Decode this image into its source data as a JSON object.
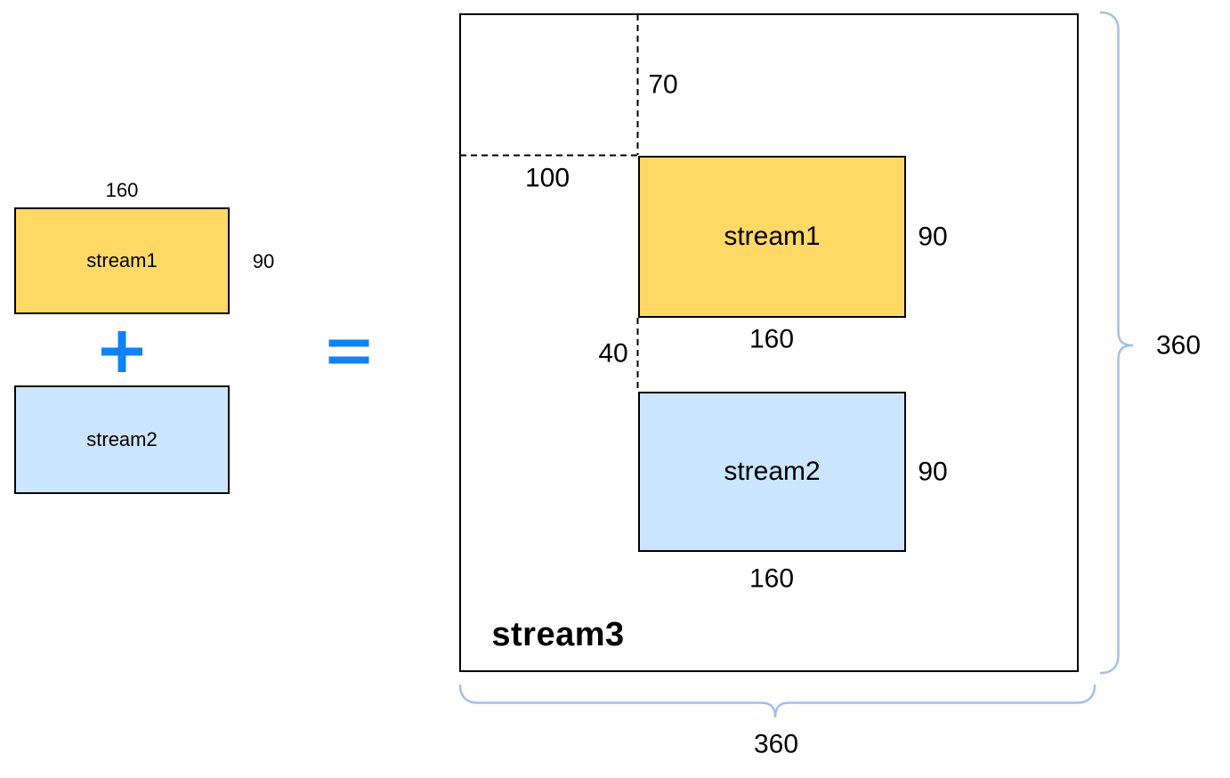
{
  "left_panel": {
    "stream1": {
      "label": "stream1",
      "width": "160",
      "height": "90"
    },
    "stream2": {
      "label": "stream2"
    }
  },
  "operators": {
    "plus": "+",
    "equals": "="
  },
  "result_panel": {
    "title": "stream3",
    "top_offset": "70",
    "left_offset": "100",
    "gap": "40",
    "stream1": {
      "label": "stream1",
      "width": "160",
      "height": "90"
    },
    "stream2": {
      "label": "stream2",
      "width": "160",
      "height": "90"
    },
    "total_width": "360",
    "total_height": "360"
  },
  "colors": {
    "stream1_fill": "#FFD966",
    "stream2_fill": "#CCE5FF",
    "operator_blue": "#1182F5",
    "brace_blue": "#A3BFE8",
    "line_black": "#000000"
  }
}
